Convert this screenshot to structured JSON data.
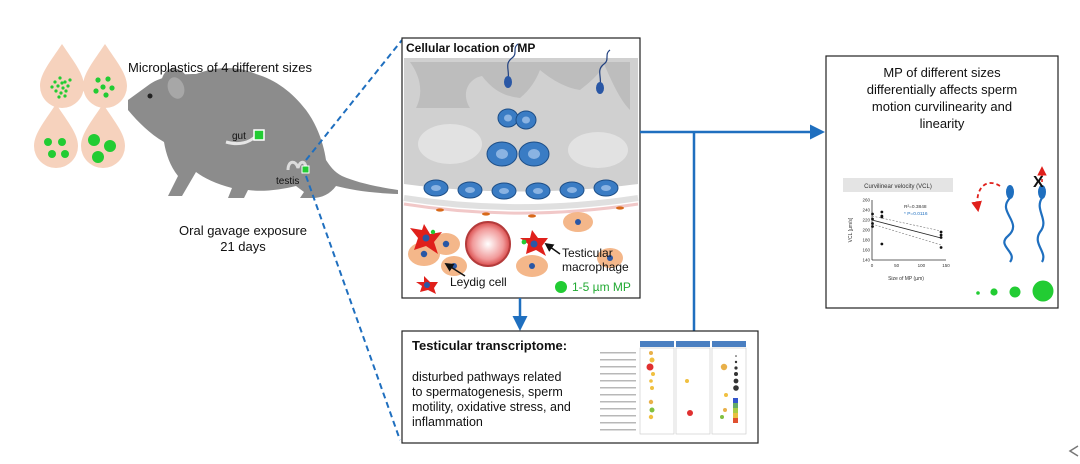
{
  "exposure": {
    "title": "Microplastics of 4 different sizes",
    "gut_label": "gut",
    "testis_label": "testis",
    "route_line1": "Oral gavage exposure",
    "route_line2": "21 days"
  },
  "cellular_panel": {
    "title": "Cellular location of MP",
    "leydig_label": "Leydig cell",
    "macrophage_line1": "Testicular",
    "macrophage_line2": "macrophage",
    "mp_legend": "1-5 µm MP"
  },
  "sperm_panel": {
    "title_lines": [
      "MP of different sizes",
      "differentially affects sperm",
      "motion curvilinearity and",
      "linearity"
    ],
    "x_mark": "X"
  },
  "mini_chart": {
    "title": "Curvilinear velocity (VCL)",
    "ylabel": "VCL [µm/s]",
    "xlabel": "Size of MP (µm)",
    "r2": "R²=0.3848",
    "pval": "* P=0.0116",
    "y_ticks": [
      "260",
      "240",
      "220",
      "200",
      "180",
      "160",
      "140"
    ],
    "x_ticks": [
      "0",
      "50",
      "100",
      "150"
    ]
  },
  "chart_data": {
    "type": "scatter",
    "title": "Curvilinear velocity (VCL)",
    "xlabel": "Size of MP (µm)",
    "ylabel": "VCL [µm/s]",
    "xlim": [
      0,
      150
    ],
    "ylim": [
      140,
      260
    ],
    "x": [
      1,
      1,
      1,
      1,
      20,
      20,
      20,
      20,
      140,
      140,
      140,
      140
    ],
    "y": [
      232,
      222,
      213,
      207,
      236,
      226,
      172,
      228,
      196,
      190,
      185,
      165
    ],
    "annotations": [
      "R²=0.3848",
      "* P=0.0116"
    ]
  },
  "transcriptome_panel": {
    "title": "Testicular transcriptome:",
    "body_lines": [
      "disturbed pathways related",
      "to spermatogenesis, sperm",
      "motility, oxidative stress, and",
      "inflammation"
    ]
  },
  "colors": {
    "mp_green": "#22cc33",
    "arrow_blue": "#1f6fbf",
    "mouse_gray": "#8c8c8c",
    "cell_blue": "#3a7cc4",
    "droplet_peach": "#f6d2bd"
  }
}
